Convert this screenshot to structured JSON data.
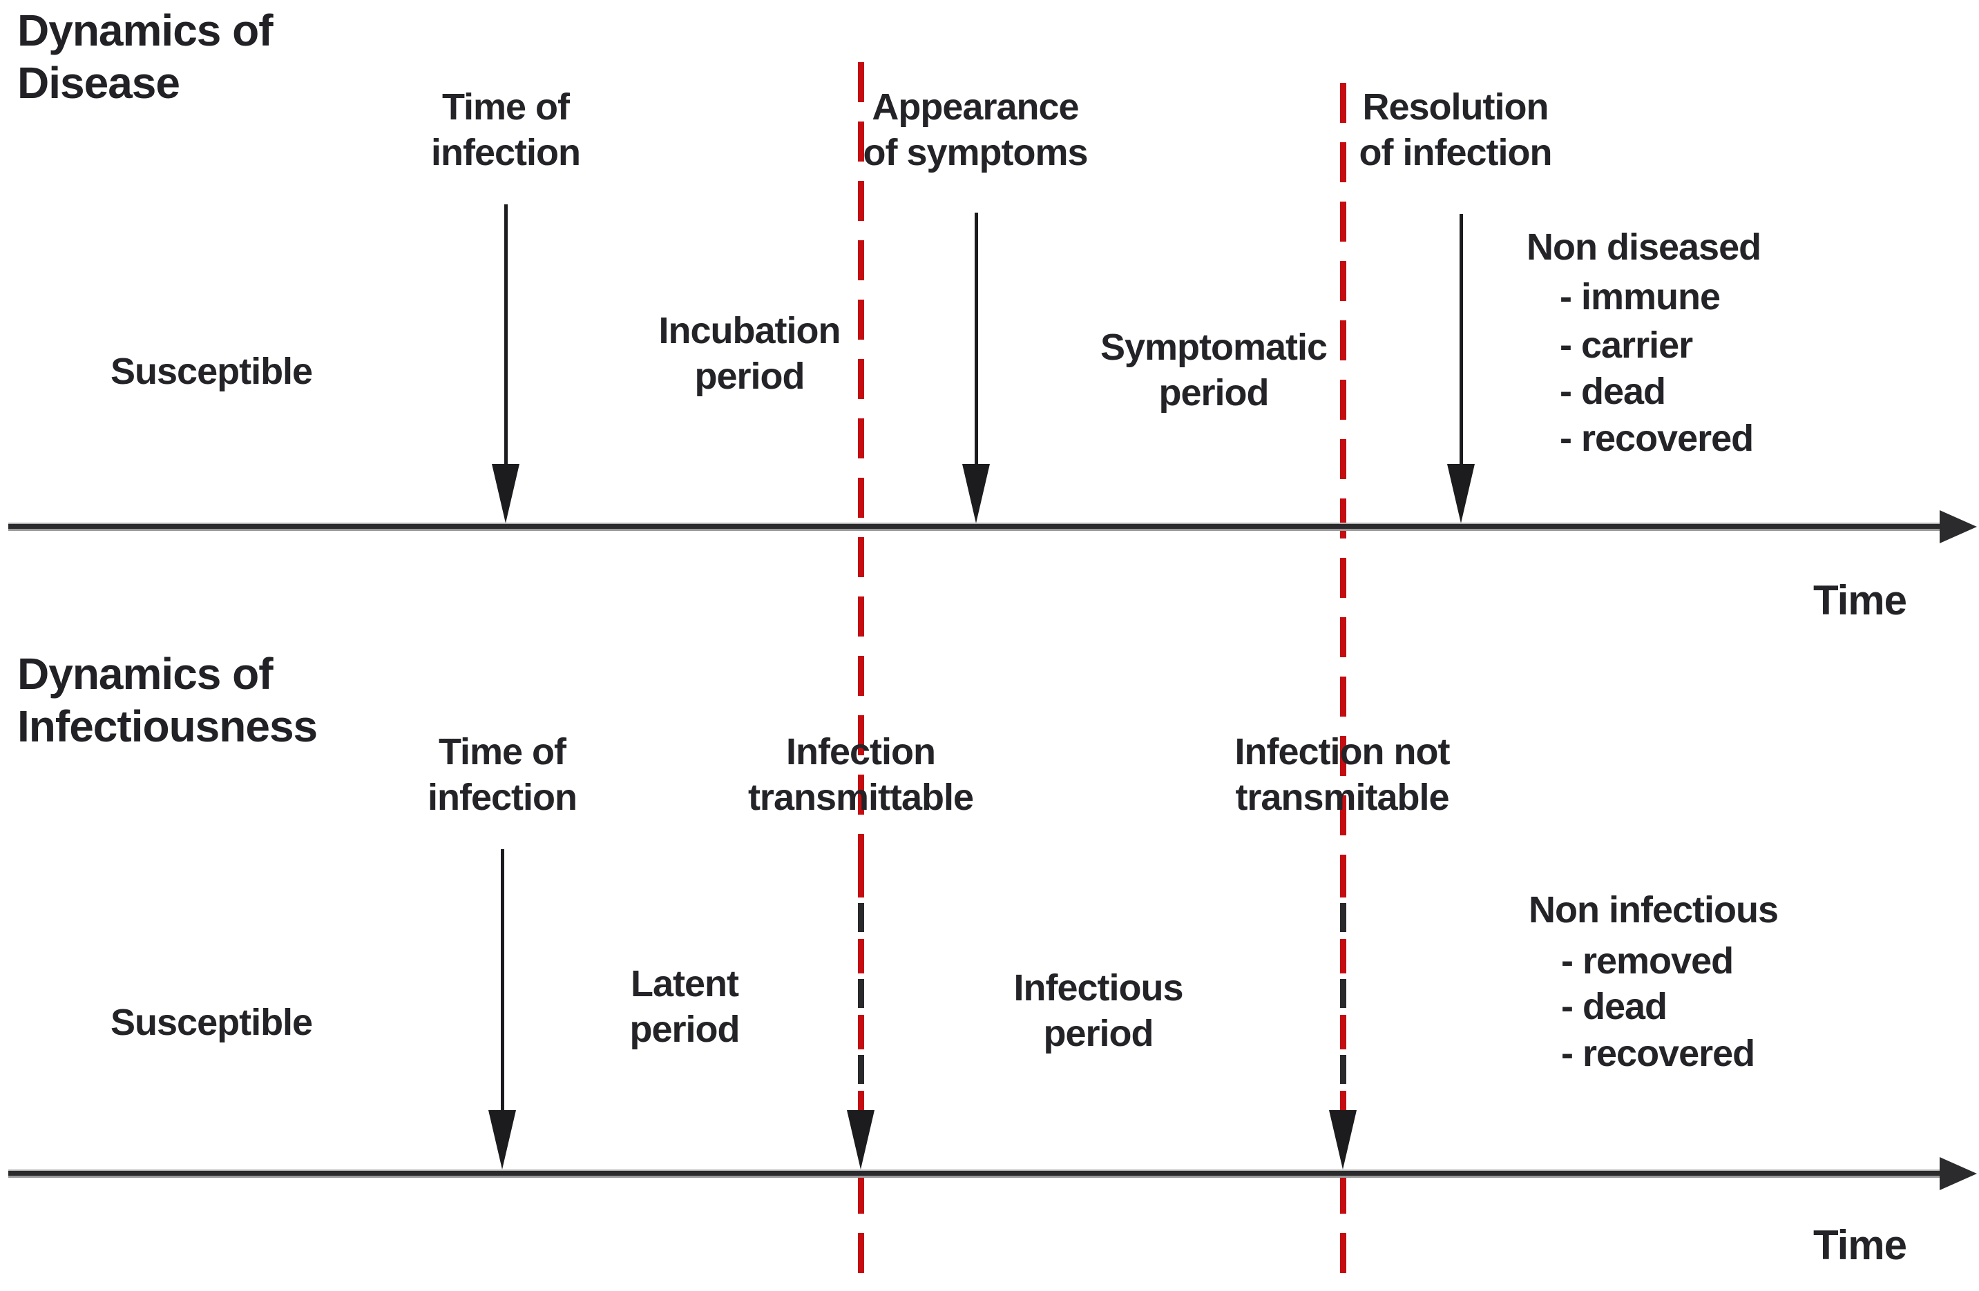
{
  "colors": {
    "dashed_line_red": "#c40d11",
    "text": "#242428",
    "axis_black": "#2b2b2e"
  },
  "sections": [
    {
      "title_lines": [
        "Dynamics of",
        "Disease"
      ],
      "state": "Susceptible",
      "events": [
        {
          "lines": [
            "Time of",
            "infection"
          ]
        },
        {
          "lines": [
            "Appearance",
            "of symptoms"
          ]
        },
        {
          "lines": [
            "Resolution",
            "of infection"
          ]
        }
      ],
      "periods": [
        {
          "lines": [
            "Incubation",
            "period"
          ]
        },
        {
          "lines": [
            "Symptomatic",
            "period"
          ]
        }
      ],
      "outcome": {
        "header": "Non diseased",
        "items": [
          "- immune",
          "- carrier",
          "- dead",
          "- recovered"
        ]
      },
      "axis_label": "Time"
    },
    {
      "title_lines": [
        "Dynamics of",
        "Infectiousness"
      ],
      "state": "Susceptible",
      "events": [
        {
          "lines": [
            "Time of",
            "infection"
          ]
        },
        {
          "lines": [
            "Infection",
            "transmittable"
          ]
        },
        {
          "lines": [
            "Infection not",
            "transmitable"
          ]
        }
      ],
      "periods": [
        {
          "lines": [
            "Latent",
            "period"
          ]
        },
        {
          "lines": [
            "Infectious",
            "period"
          ]
        }
      ],
      "outcome": {
        "header": "Non infectious",
        "items": [
          "- removed",
          "- dead",
          "- recovered"
        ]
      },
      "axis_label": "Time"
    }
  ]
}
